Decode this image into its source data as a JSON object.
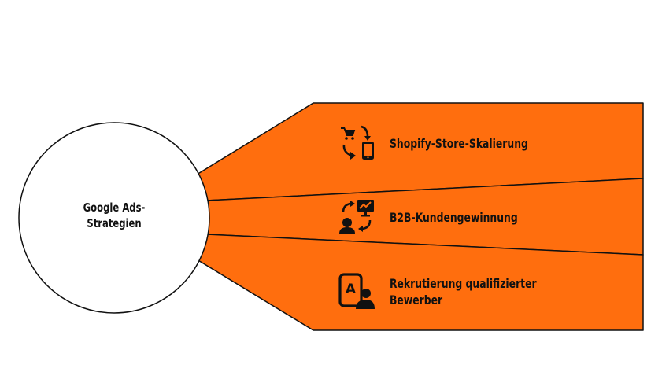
{
  "diagram": {
    "title": "",
    "hub": {
      "label": "Google Ads-Strategien"
    },
    "items": [
      {
        "label": "Shopify-Store-Skalierung",
        "icon": "cart-smartphone-sync-icon"
      },
      {
        "label": "B2B-Kundengewinnung",
        "icon": "person-presentation-sync-icon"
      },
      {
        "label": "Rekrutierung qualifizierter Bewerber",
        "icon": "recruitment-profile-icon"
      }
    ]
  },
  "colors": {
    "accent": "#FF6E0E",
    "outline": "#111111",
    "hub_fill": "#FFFFFF",
    "text": "#111111"
  }
}
